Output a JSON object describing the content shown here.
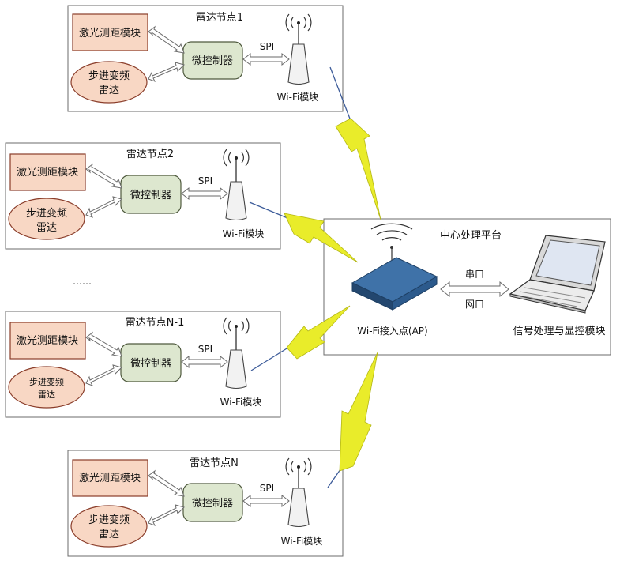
{
  "nodes": [
    {
      "title": "雷达节点1",
      "laser": "激光测距模块",
      "radar_line1": "步进变频",
      "radar_line2": "雷达",
      "mcu": "微控制器",
      "spi": "SPI",
      "wifi": "Wi-Fi模块"
    },
    {
      "title": "雷达节点2",
      "laser": "激光测距模块",
      "radar_line1": "步进变频",
      "radar_line2": "雷达",
      "mcu": "微控制器",
      "spi": "SPI",
      "wifi": "Wi-Fi模块"
    },
    {
      "title": "雷达节点N-1",
      "laser": "激光测距模块",
      "radar_line1": "步进变频",
      "radar_line2": "雷达",
      "mcu": "微控制器",
      "spi": "SPI",
      "wifi": "Wi-Fi模块"
    },
    {
      "title": "雷达节点N",
      "laser": "激光测距模块",
      "radar_line1": "步进变频",
      "radar_line2": "雷达",
      "mcu": "微控制器",
      "spi": "SPI",
      "wifi": "Wi-Fi模块"
    }
  ],
  "ellipsis": "……",
  "center": {
    "title": "中心处理平台",
    "ap_label": "Wi-Fi接入点(AP)",
    "link_top": "串口",
    "link_bottom": "网口",
    "laptop_label": "信号处理与显控模块"
  }
}
